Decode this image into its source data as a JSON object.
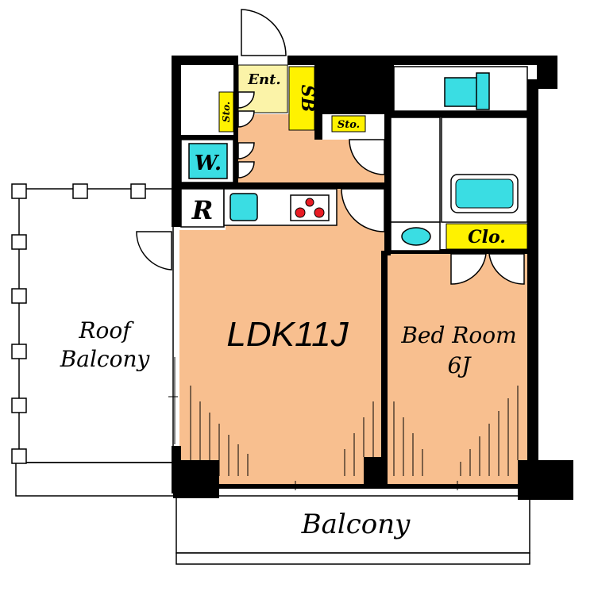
{
  "labels": {
    "entrance": "Ent.",
    "shoe_box": "SB",
    "storage_left": "Sto.",
    "storage_right": "Sto.",
    "washer": "W.",
    "refrigerator": "R",
    "closet": "Clo.",
    "ldk": "LDK11J",
    "bedroom_line1": "Bed Room",
    "bedroom_line2": "6J",
    "roof_balcony_line1": "Roof",
    "roof_balcony_line2": "Balcony",
    "balcony": "Balcony"
  },
  "colors": {
    "floor": "#F8BF8F",
    "entrance": "#FBF3A8",
    "label_yellow": "#FFF200",
    "fixture_cyan": "#3ADDE3",
    "wall": "#000000",
    "outline": "#000000",
    "background": "#FFFFFF"
  }
}
